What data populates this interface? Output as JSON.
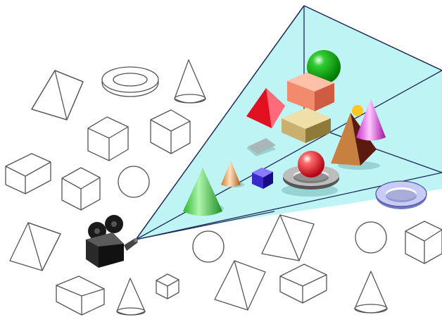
{
  "scene": {
    "description_kind": "3d-view-frustum-illustration",
    "colors": {
      "background": "#ffffff",
      "frustum_fill": "#bff4f4",
      "frustum_edge": "#1e2a5a",
      "outline": "#555555",
      "camera": "#1a1a1a"
    },
    "icons": [
      "camera-icon",
      "view-frustum",
      "sphere",
      "cube",
      "box",
      "cone",
      "pyramid",
      "torus",
      "triangular-prism"
    ]
  }
}
